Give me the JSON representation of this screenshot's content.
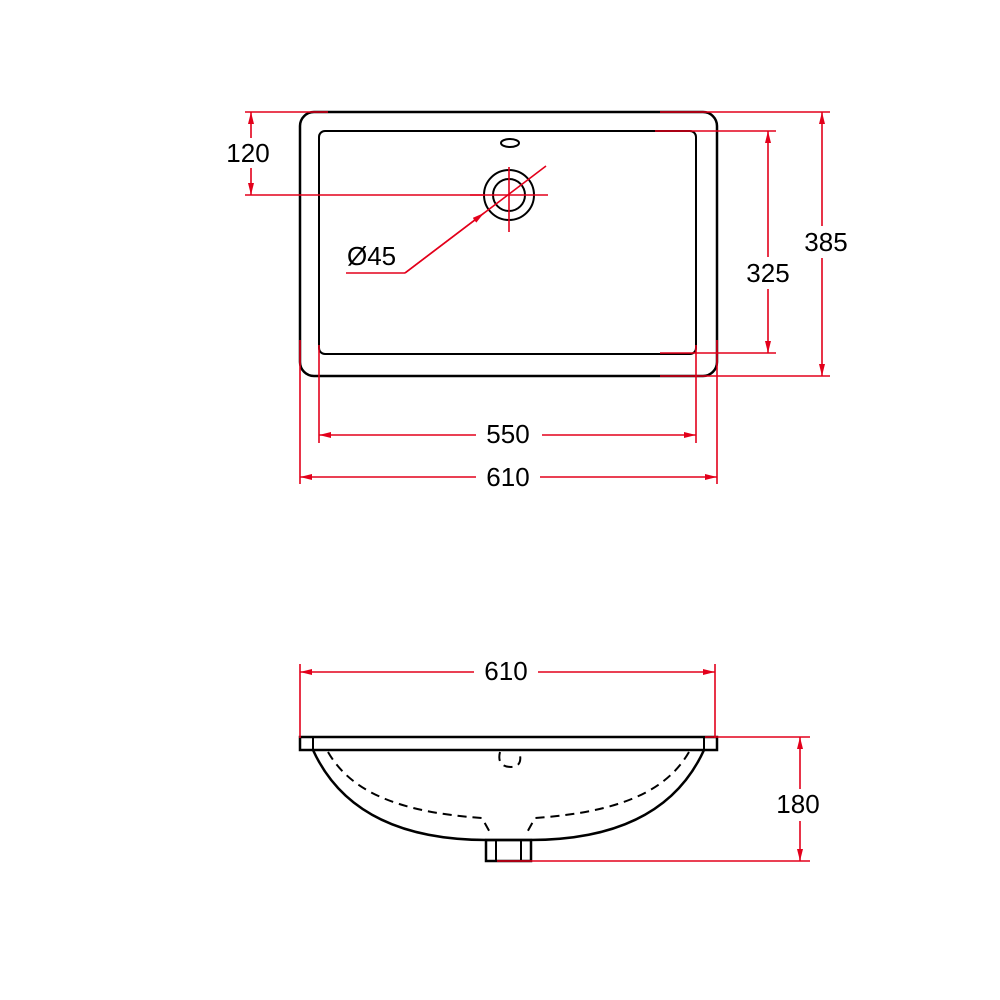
{
  "colors": {
    "outline": "#000000",
    "dimension": "#e3001b",
    "background": "#ffffff"
  },
  "top_view": {
    "drain_offset_label": "120",
    "drain_diameter_label": "Ø45",
    "inner_depth_label": "325",
    "outer_depth_label": "385",
    "inner_width_label": "550",
    "outer_width_label": "610"
  },
  "side_view": {
    "outer_width_label": "610",
    "height_label": "180"
  }
}
